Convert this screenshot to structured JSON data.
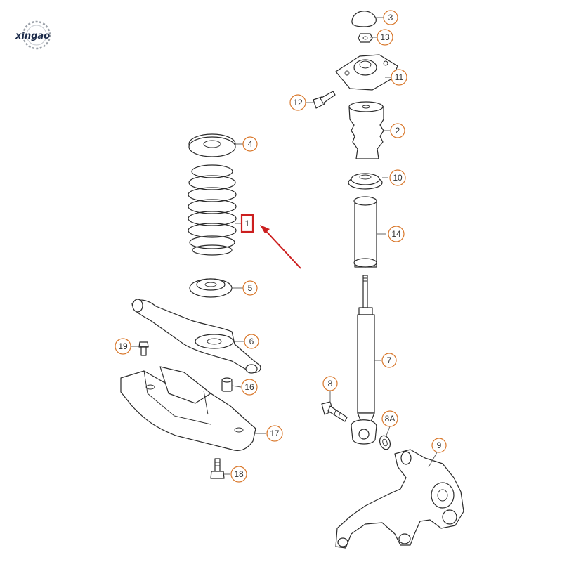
{
  "brand": {
    "logo_text": "xingao"
  },
  "callouts": {
    "c1": "1",
    "c2": "2",
    "c3": "3",
    "c4": "4",
    "c5": "5",
    "c6": "6",
    "c7": "7",
    "c8": "8",
    "c8a": "8A",
    "c9": "9",
    "c10": "10",
    "c11": "11",
    "c12": "12",
    "c13": "13",
    "c14": "14",
    "c16": "16",
    "c17": "17",
    "c18": "18",
    "c19": "19"
  },
  "colors": {
    "callout_border": "#d9782c",
    "highlight": "#cc1f1f",
    "line": "#2a2a2a",
    "logo": "#1c2b4a"
  }
}
